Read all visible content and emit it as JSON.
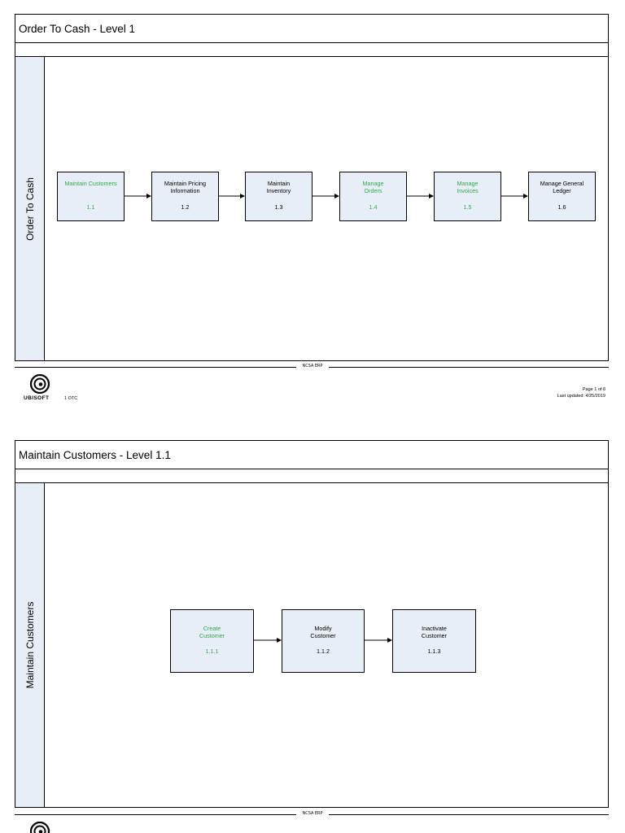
{
  "page1": {
    "title": "Order To Cash - Level 1",
    "lane_label": "Order To Cash",
    "steps": [
      {
        "name": "Maintain Customers",
        "num": "1.1",
        "highlight": true
      },
      {
        "name": "Maintain Pricing Information",
        "num": "1.2",
        "highlight": false
      },
      {
        "name": "Maintain Inventory",
        "num": "1.3",
        "highlight": false
      },
      {
        "name": "Manage Orders",
        "num": "1.4",
        "highlight": true
      },
      {
        "name": "Manage Invoices",
        "num": "1.5",
        "highlight": true
      },
      {
        "name": "Manage General Ledger",
        "num": "1.6",
        "highlight": false
      }
    ],
    "footer": {
      "center_label": "NCSA ERP",
      "brand": "UBISOFT",
      "code": "1 OTC",
      "page": "Page 1 of 8",
      "updated": "Last updated: 4/25/2019"
    }
  },
  "page2": {
    "title": "Maintain Customers - Level 1.1",
    "lane_label": "Maintain Customers",
    "steps": [
      {
        "name": "Create Customer",
        "num": "1.1.1",
        "highlight": true
      },
      {
        "name": "Modify Customer",
        "num": "1.1.2",
        "highlight": false
      },
      {
        "name": "Inactivate Customer",
        "num": "1.1.3",
        "highlight": false
      }
    ],
    "footer": {
      "center_label": "NCSA ERP"
    }
  },
  "colors": {
    "box_fill": "#e8eef7",
    "highlight_text": "#2eaa4a",
    "line": "#000000"
  }
}
